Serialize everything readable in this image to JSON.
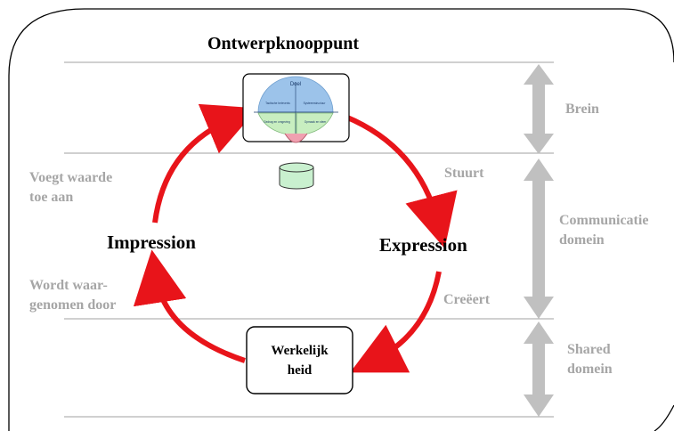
{
  "title": "Ontwerpknooppunt",
  "cycle": {
    "left_label": "Impression",
    "right_label": "Expression",
    "bottom_box": [
      "Werkelijk",
      "heid"
    ]
  },
  "annotations": {
    "top_left": [
      "Voegt waarde",
      "toe aan"
    ],
    "bottom_left": [
      "Wordt waar-",
      "genomen door"
    ],
    "top_right": "Stuurt",
    "bottom_right": "Creëert"
  },
  "layers": [
    {
      "label": [
        "Brein"
      ]
    },
    {
      "label": [
        "Communicatie",
        "domein"
      ]
    },
    {
      "label": [
        "Shared",
        "domein"
      ]
    }
  ],
  "brain_thumbnail": {
    "top_label": "Doel",
    "quadrants": [
      "Tactische belevenis",
      "Systeemstructuur",
      "Gedrag en omgeving",
      "Opmaak en sfeer"
    ]
  },
  "colors": {
    "arrow": "#e8141a",
    "band_arrow": "#c0c0c0",
    "brain_top": "#9cc3ea",
    "brain_bottom": "#c8eec0",
    "cylinder": "#c9f0cf",
    "gray_text": "#a6a6a6"
  }
}
